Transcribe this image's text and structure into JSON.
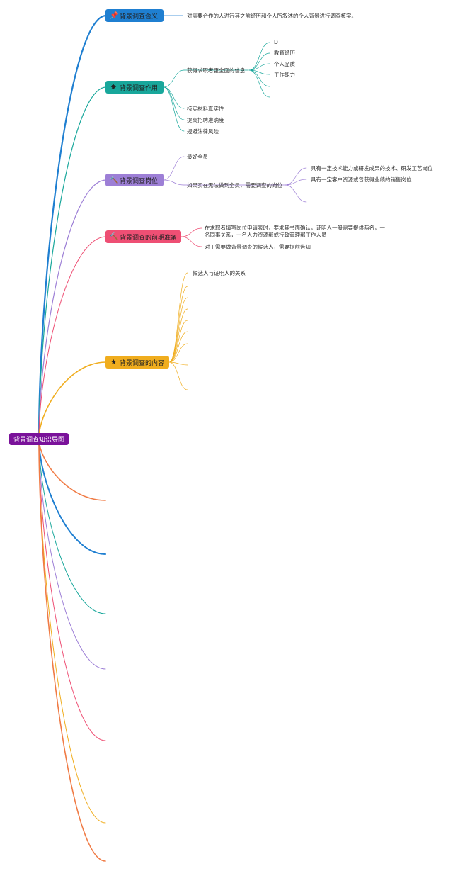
{
  "root": {
    "label": "背景调查知识导图",
    "color": "#7a129a"
  },
  "branches": [
    {
      "id": "b1",
      "label": "背景调查含义",
      "color": "#1f7fd1",
      "icon": "pin-icon",
      "glyph": "📌",
      "children": [
        {
          "text": "对需要合作的人进行其之前经历和个人所叙述的个人背景进行调查核实。"
        }
      ]
    },
    {
      "id": "b2",
      "label": "背景调查作用",
      "color": "#18a79b",
      "icon": "star-badge-icon",
      "glyph": "✸",
      "children": [
        {
          "text": "获得求职者更全面的信息",
          "sub": [
            "D",
            "教育经历",
            "个人品质",
            "工作能力",
            ""
          ]
        },
        {
          "text": "核实材料真实性"
        },
        {
          "text": "提高招聘准确度"
        },
        {
          "text": "规避法律风险"
        }
      ]
    },
    {
      "id": "b3",
      "label": "背景调查岗位",
      "color": "#9d7fd6",
      "icon": "hammer-icon",
      "glyph": "🔨",
      "children": [
        {
          "text": "最好全员"
        },
        {
          "text": "如果实在无法做到全员，需要调查的岗位",
          "sub": [
            "具有一定技术能力或研发成果的技术、研发工艺岗位",
            "具有一定客户资源或曾获得业绩的销售岗位"
          ]
        }
      ]
    },
    {
      "id": "b4",
      "label": "背景调查的前期准备",
      "color": "#ee4f74",
      "icon": "hammer-icon",
      "glyph": "🔨",
      "children": [
        {
          "text": "在求职者填写岗位申请表时，要求其书面确认，证明人一般需要提供两名，一名同事关系，一名人力资源部或行政管理部工作人员"
        },
        {
          "text": "对于需要做背景调查的候选人，需要提前告知"
        }
      ]
    },
    {
      "id": "b5",
      "label": "背景调查的内容",
      "color": "#f0ad1e",
      "icon": "star-icon",
      "glyph": "★",
      "children": [
        {
          "text": "候选人与证明人的关系"
        },
        {
          "text": ""
        },
        {
          "text": ""
        },
        {
          "text": ""
        },
        {
          "text": ""
        },
        {
          "text": ""
        },
        {
          "text": ""
        },
        {
          "text": ""
        },
        {
          "text": ""
        }
      ]
    }
  ],
  "collapsed_branch_colors": [
    "#f07b45",
    "#1f7fd1",
    "#18a79b",
    "#9d7fd6",
    "#ee4f74",
    "#f0ad1e",
    "#f07b45"
  ]
}
